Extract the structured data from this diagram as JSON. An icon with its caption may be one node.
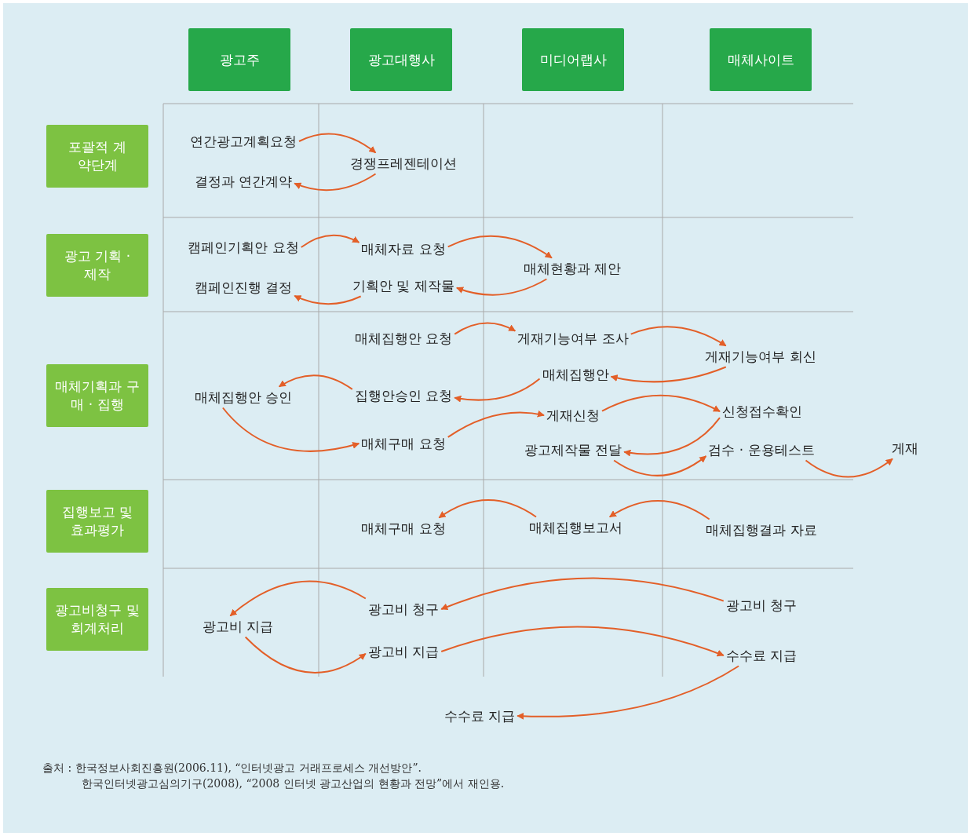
{
  "diagram": {
    "nodes": [
      {
        "text": [
          "광고주"
        ]
      },
      {
        "text": [
          "광고대행사"
        ]
      },
      {
        "text": [
          "미디어랩사"
        ]
      },
      {
        "text": [
          "매체사이트"
        ]
      },
      {
        "text": [
          "포괄적 계약단계"
        ]
      },
      {
        "text": [
          "광고 기획 · 제작"
        ]
      },
      {
        "text": [
          "매체기획과 구매 · 집행"
        ]
      },
      {
        "text": [
          "집행보고 및 효과평가"
        ]
      },
      {
        "text": [
          "광고비청구 및 회계처리"
        ]
      },
      {
        "text": [
          "연간광고계획요청"
        ]
      },
      {
        "text": [
          "경쟁프레젠테이션"
        ]
      },
      {
        "text": [
          "결정과 연간계약"
        ]
      },
      {
        "text": [
          "캠페인기획안 요청"
        ]
      },
      {
        "text": [
          "매체자료 요청"
        ]
      },
      {
        "text": [
          "매체현황과 제안"
        ]
      },
      {
        "text": [
          "캠페인진행 결정"
        ]
      },
      {
        "text": [
          "기획안 및 제작물"
        ]
      },
      {
        "text": [
          "매체집행안 요청"
        ]
      },
      {
        "text": [
          "게재기능여부 조사"
        ]
      },
      {
        "text": [
          "게재기능여부 회신"
        ]
      },
      {
        "text": [
          "매체집행안"
        ]
      },
      {
        "text": [
          "매체집행안 승인"
        ]
      },
      {
        "text": [
          "집행안승인 요청"
        ]
      },
      {
        "text": [
          "게재신청"
        ]
      },
      {
        "text": [
          "신청접수확인"
        ]
      },
      {
        "text": [
          "매체구매 요청"
        ]
      },
      {
        "text": [
          "광고제작물 전달"
        ]
      },
      {
        "text": [
          "검수 · 운용테스트"
        ]
      },
      {
        "text": [
          "게재"
        ]
      },
      {
        "text": [
          "매체구매 요청"
        ]
      },
      {
        "text": [
          "매체집행보고서"
        ]
      },
      {
        "text": [
          "매체집행결과 자료"
        ]
      },
      {
        "text": [
          "광고비 지급"
        ]
      },
      {
        "text": [
          "광고비 청구"
        ]
      },
      {
        "text": [
          "광고비 지급"
        ]
      },
      {
        "text": [
          "광고비 청구"
        ]
      },
      {
        "text": [
          "수수료 지급"
        ]
      },
      {
        "text": [
          "수수료 지급"
        ]
      }
    ],
    "edges": [
      {
        "from": 9,
        "to": 10,
        "arrow": "to"
      },
      {
        "from": 10,
        "to": 11,
        "arrow": "to"
      },
      {
        "from": 12,
        "to": 13,
        "arrow": "to"
      },
      {
        "from": 13,
        "to": 14,
        "arrow": "to"
      },
      {
        "from": 14,
        "to": 16,
        "arrow": "to"
      },
      {
        "from": 16,
        "to": 15,
        "arrow": "to"
      },
      {
        "from": 17,
        "to": 18,
        "arrow": "to"
      },
      {
        "from": 18,
        "to": 19,
        "arrow": "to"
      },
      {
        "from": 19,
        "to": 20,
        "arrow": "to"
      },
      {
        "from": 20,
        "to": 22,
        "arrow": "to"
      },
      {
        "from": 22,
        "to": 21,
        "arrow": "to"
      },
      {
        "from": 21,
        "to": 25,
        "arrow": "to"
      },
      {
        "from": 25,
        "to": 23,
        "arrow": "to"
      },
      {
        "from": 23,
        "to": 24,
        "arrow": "to"
      },
      {
        "from": 24,
        "to": 26,
        "arrow": "to"
      },
      {
        "from": 26,
        "to": 27,
        "arrow": "to"
      },
      {
        "from": 27,
        "to": 28,
        "arrow": "to"
      },
      {
        "from": 30,
        "to": 29,
        "arrow": "to"
      },
      {
        "from": 31,
        "to": 30,
        "arrow": "to"
      },
      {
        "from": 33,
        "to": 32,
        "arrow": "to"
      },
      {
        "from": 32,
        "to": 34,
        "arrow": "to"
      },
      {
        "from": 35,
        "to": 33,
        "arrow": "to"
      },
      {
        "from": 34,
        "to": 36,
        "arrow": "to"
      },
      {
        "from": 36,
        "to": 37,
        "arrow": "to"
      }
    ],
    "labels": [
      "출처 : 한국정보사회진흥원(2006.11), “인터넷광고 거래프로세스 개선방안”.",
      "한국인터넷광고심의기구(2008), “2008 인터넷 광고산업의 현황과 전망”에서 재인용."
    ]
  }
}
